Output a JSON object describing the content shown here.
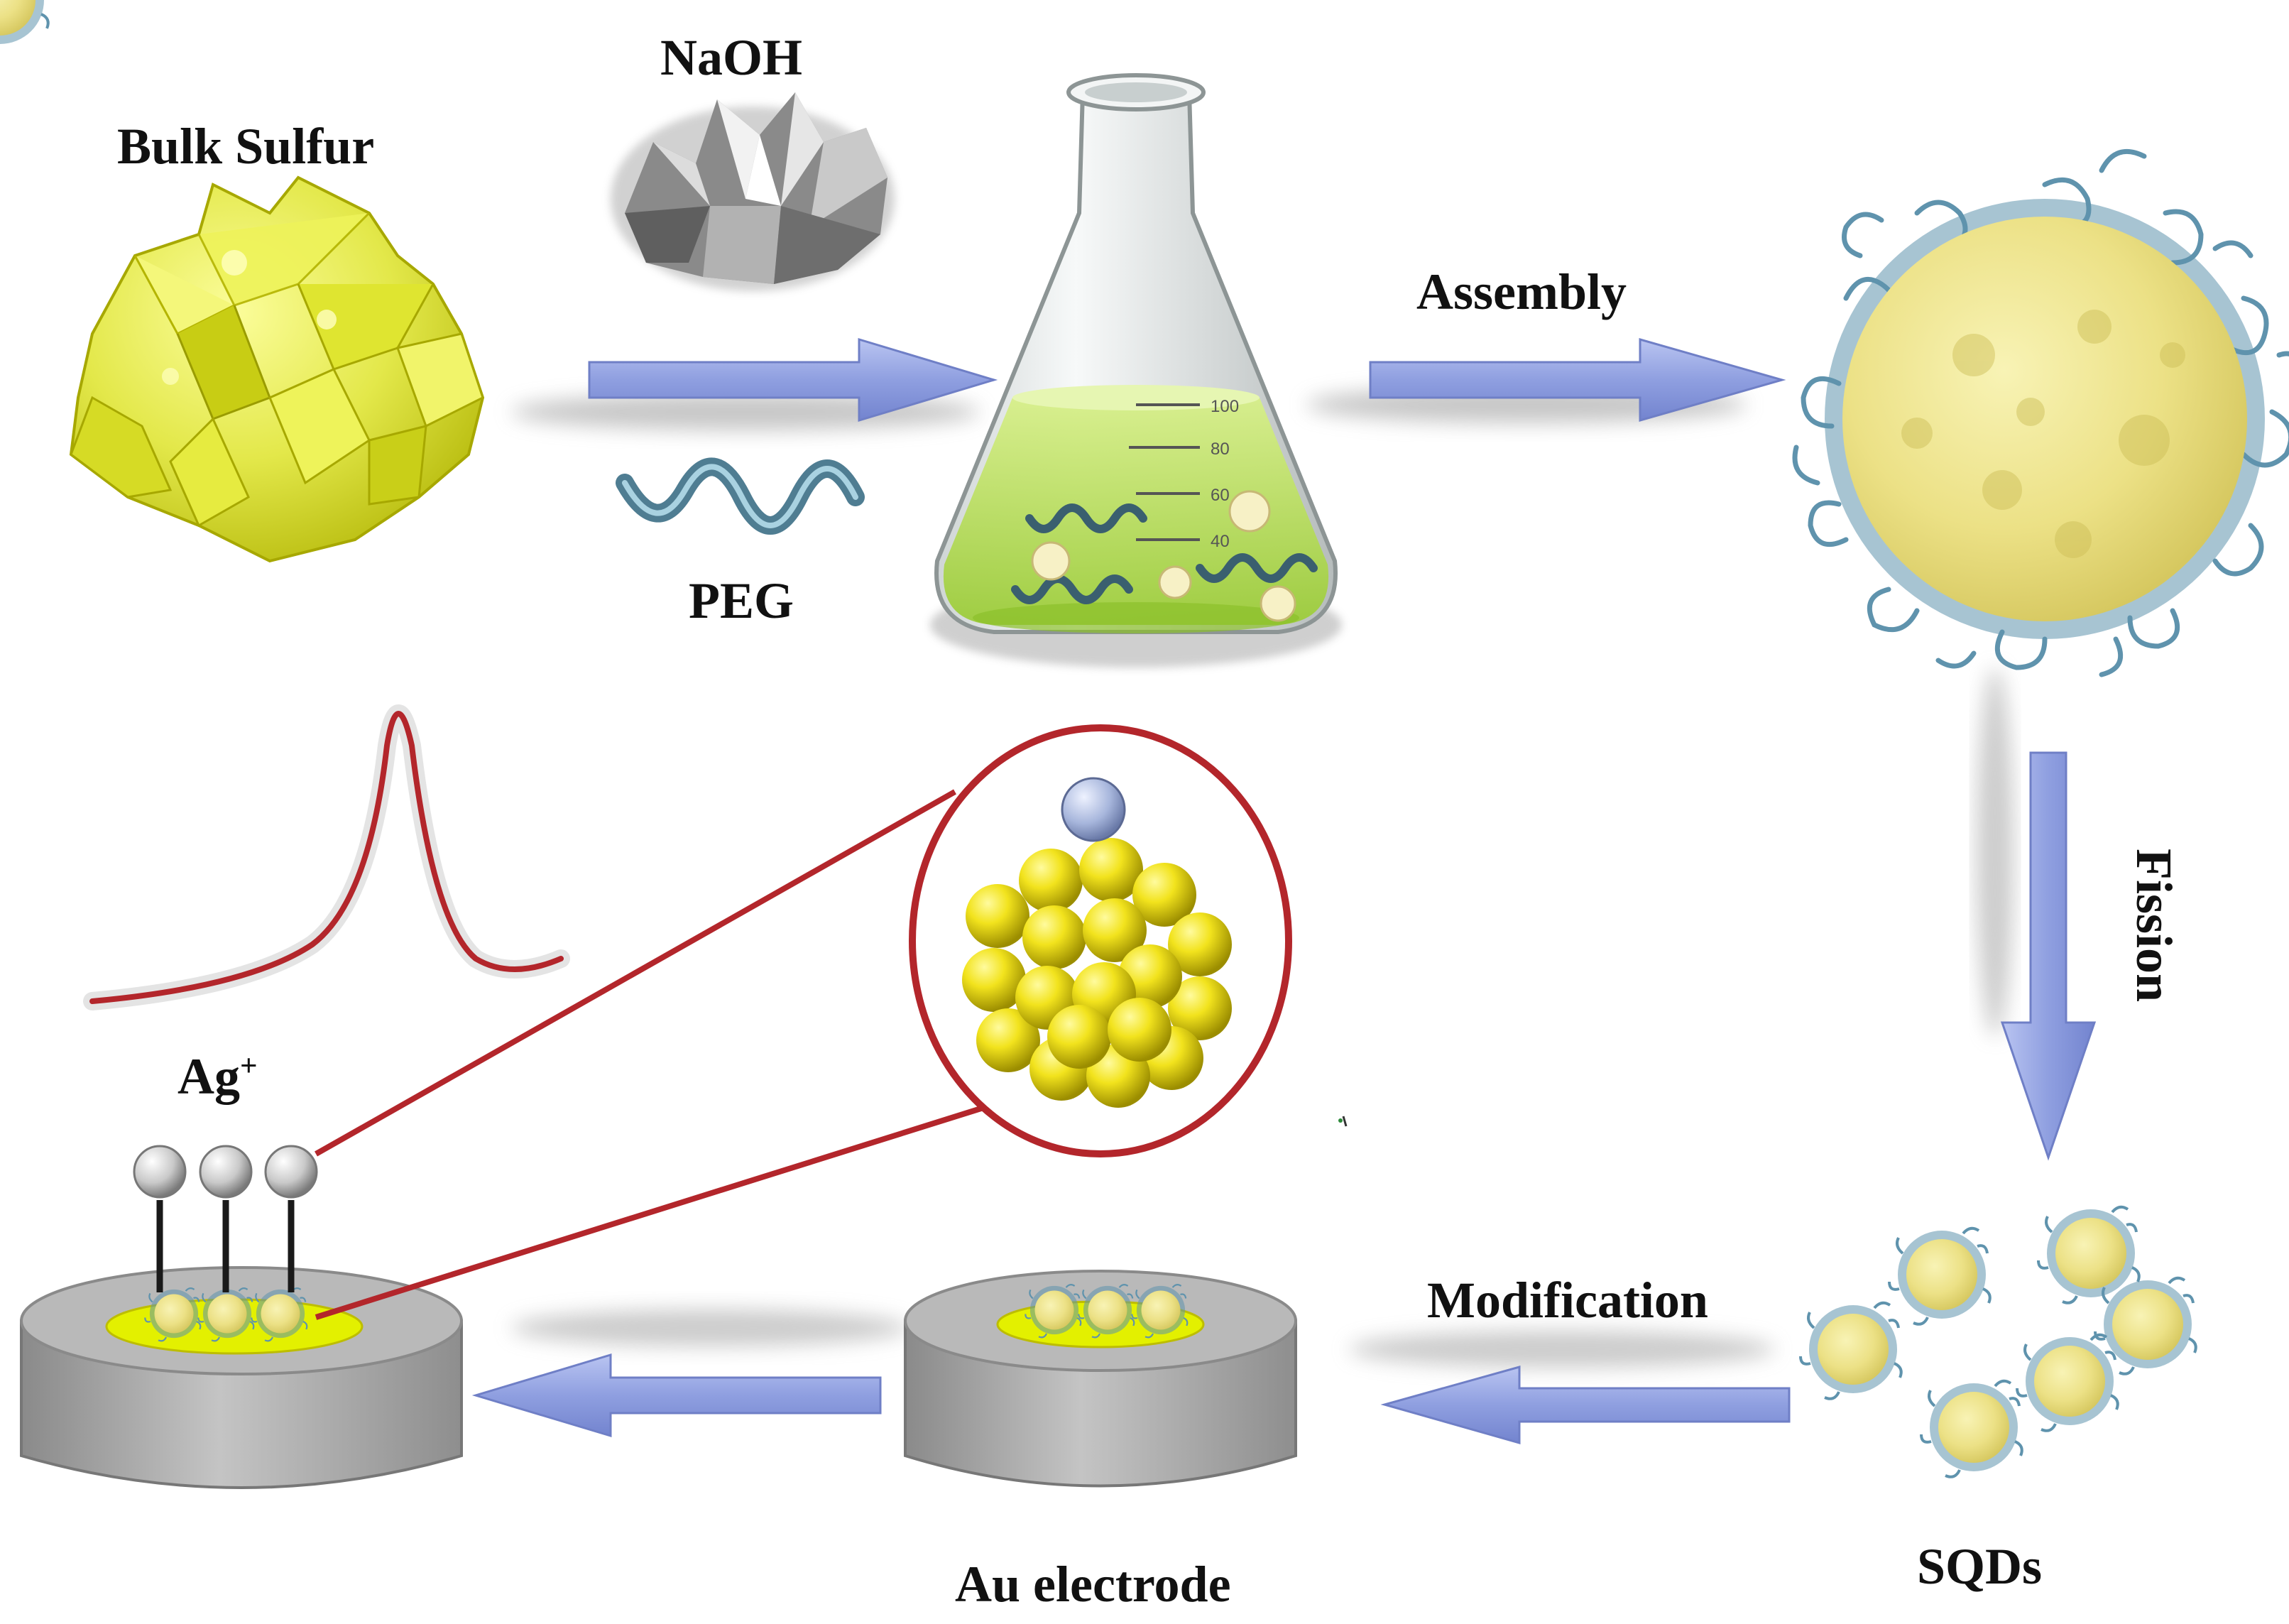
{
  "labels": {
    "bulk_sulfur": "Bulk Sulfur",
    "naoh": "NaOH",
    "peg": "PEG",
    "assembly": "Assembly",
    "fission": "Fission",
    "sqds": "SQDs",
    "modification": "Modification",
    "au_electrode": "Au electrode",
    "ag_base": "Ag",
    "ag_charge": "+"
  },
  "flask_scale": [
    "100",
    "80",
    "60",
    "40"
  ],
  "colors": {
    "sulfur_yellow": "#d9dc1c",
    "arrow_blue": "#8f9fe0",
    "electrode_gray": "#a9a9a9",
    "peak_red": "#b3262b",
    "silver_ion": "#a7b6dc",
    "peg_blue": "#5f93ad"
  },
  "icons": {
    "sulfur": "sulfur-crystal-icon",
    "naoh": "naoh-flakes-icon",
    "peg": "peg-chain-icon",
    "flask": "erlenmeyer-flask-icon"
  }
}
